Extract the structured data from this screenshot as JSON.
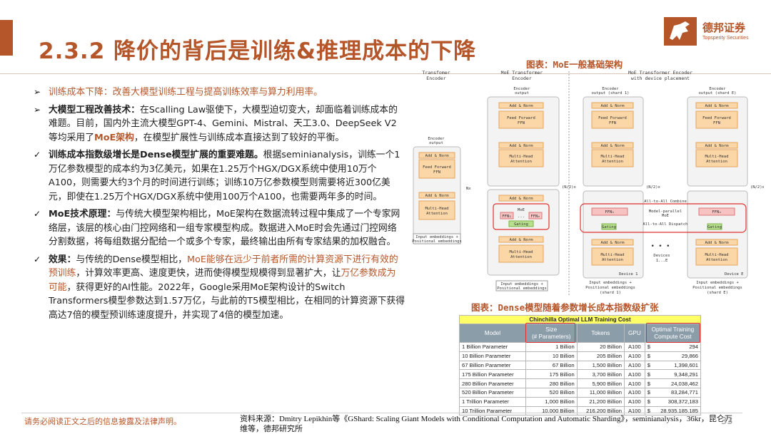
{
  "header": {
    "title": "2.3.2 降价的背后是训练&推理成本的下降",
    "logo_cn": "德邦证券",
    "logo_en": "Topsperity Securities"
  },
  "bullets": [
    {
      "mark": "➢",
      "head": "",
      "text": "训练成本下降：改善大模型训练工程与提高训练效率与算力利用率。"
    },
    {
      "mark": "➢",
      "head": "大模型工程改善技术：",
      "text": "在Scalling Law驱使下，大模型迫切变大，却面临着训练成本的难题。目前，国内外主流大模型GPT-4、Gemini、Mistral、天工3.0、DeepSeek V2等均采用了",
      "hl": "MoE架构",
      "text2": "，在模型扩展性与训练成本直接达到了较好的平衡。"
    },
    {
      "mark": "✓",
      "head": "训练成本指数级增长是Dense模型扩展的重要难题。",
      "text": "根据seminianalysis，训练一个1万亿参数模型的成本约为3亿美元，如果在1.25万个HGX/DGX系统中使用10万个A100，则需要大约3个月的时间进行训练；训练10万亿参数模型则需要将近300亿美元，即使在1.25万个HGX/DGX系统中使用100万个A100，也需要两年多的时间。"
    },
    {
      "mark": "✓",
      "head": "MoE技术原理：",
      "text": "与传统大模型架构相比，MoE架构在数据流转过程中集成了一个专家网络层，该层的核心由门控网络和一组专家模型构成。数据进入MoE时会先通过门控网络分割数据，将每组数据分配给一个或多个专家，最终输出由所有专家结果的加权融合。"
    },
    {
      "mark": "✓",
      "head": "效果：",
      "text": "与传统的Dense模型相比，",
      "hl": "MoE能够在远少于前者所需的计算资源下进行有效的预训练",
      "text2": "，计算效率更高、速度更快，进而使得模型规模得到显著扩大，让",
      "hl2": "万亿参数成为可能",
      "text3": "，获得更好的AI性能。2022年，Google采用MoE架构设计的Switch Transformers模型参数达到1.57万亿，与此前的T5模型相比，在相同的计算资源下获得高达7倍的模型预训练速度提升，并实现了4倍的模型加速。"
    }
  ],
  "figure1": {
    "caption": "图表：MoE一般基础架构",
    "col1_title": "Transfomer\nEncoder",
    "col2_title": "MoE Transformer\nEncoder",
    "col3_title": "MoE Transformer Encoder\nwith device placement",
    "labels": {
      "encoder_output": "Encoder output",
      "add_norm": "Add & Norm",
      "ffn": "Feed Forward FFN",
      "mha": "Multi-Head Attention",
      "input": "Input embeddings + Positional embeddings",
      "repeat": "(N/2)x",
      "nx": "Nx",
      "moe": "MoE",
      "ffn1": "FFN₁",
      "ffne": "FFNₑ",
      "gating": "Gating",
      "all2all_combine": "All-to-All Combine",
      "all2all_dispatch": "All-to-All Dispatch",
      "model_parallel": "Model-parallel MoE",
      "devices": "Devices 1...E",
      "device1": "Device 1",
      "devicee": "Device E",
      "shard1_out": "Encoder output (shard 1)",
      "sharde_out": "Encoder output (shard E)",
      "shard1_in": "Input embeddings + Positional embeddings (shard 1)",
      "sharde_in": "Input embeddings + Positional embeddings (shard E)"
    }
  },
  "figure2": {
    "caption": "图表：Dense模型随着参数增长成本指数级扩张",
    "table_title": "Chinchilla Optimal LLM Training Cost",
    "columns": [
      "Model",
      "Size\n(# Parameters)",
      "Tokens",
      "GPU",
      "Optimal Training\nCompute Cost"
    ],
    "rows": [
      [
        "1 Billion Parameter",
        "1 Billion",
        "20 Billion",
        "A100",
        "$",
        "294"
      ],
      [
        "10 Billion Parameter",
        "10 Billion",
        "205 Billion",
        "A100",
        "$",
        "29,866"
      ],
      [
        "67 Billion Parameter",
        "67 Billion",
        "1,500 Billion",
        "A100",
        "$",
        "1,398,601"
      ],
      [
        "175 Billion Parameter",
        "175 Billion",
        "3,700 Billion",
        "A100",
        "$",
        "9,348,291"
      ],
      [
        "280 Billion Parameter",
        "280 Billion",
        "5,900 Billion",
        "A100",
        "$",
        "24,038,462"
      ],
      [
        "520 Billion Parameter",
        "520 Billion",
        "11,000 Billion",
        "A100",
        "$",
        "83,284,771"
      ],
      [
        "1 Trillion Parameter",
        "1,000 Billion",
        "21,200 Billion",
        "A100",
        "$",
        "308,372,183"
      ],
      [
        "10 Trillion Parameter",
        "10,000 Billion",
        "216,200 Billion",
        "A100",
        "$",
        "28,935,185,185"
      ]
    ]
  },
  "footer": {
    "disclaimer": "请务必阅读正文之后的信息披露及法律声明。",
    "source": "资料来源：Dmitry Lepikhin等《GShard: Scaling Giant Models with Conditional Computation and Automatic Sharding》，seminianalysis，36kr，昆仑万维等，德邦研究所",
    "page": "33"
  },
  "colors": {
    "accent": "#b5562a",
    "table_header": "#8c9daa",
    "table_caption_bg": "#ffff66",
    "highlight_box": "#e03030"
  }
}
